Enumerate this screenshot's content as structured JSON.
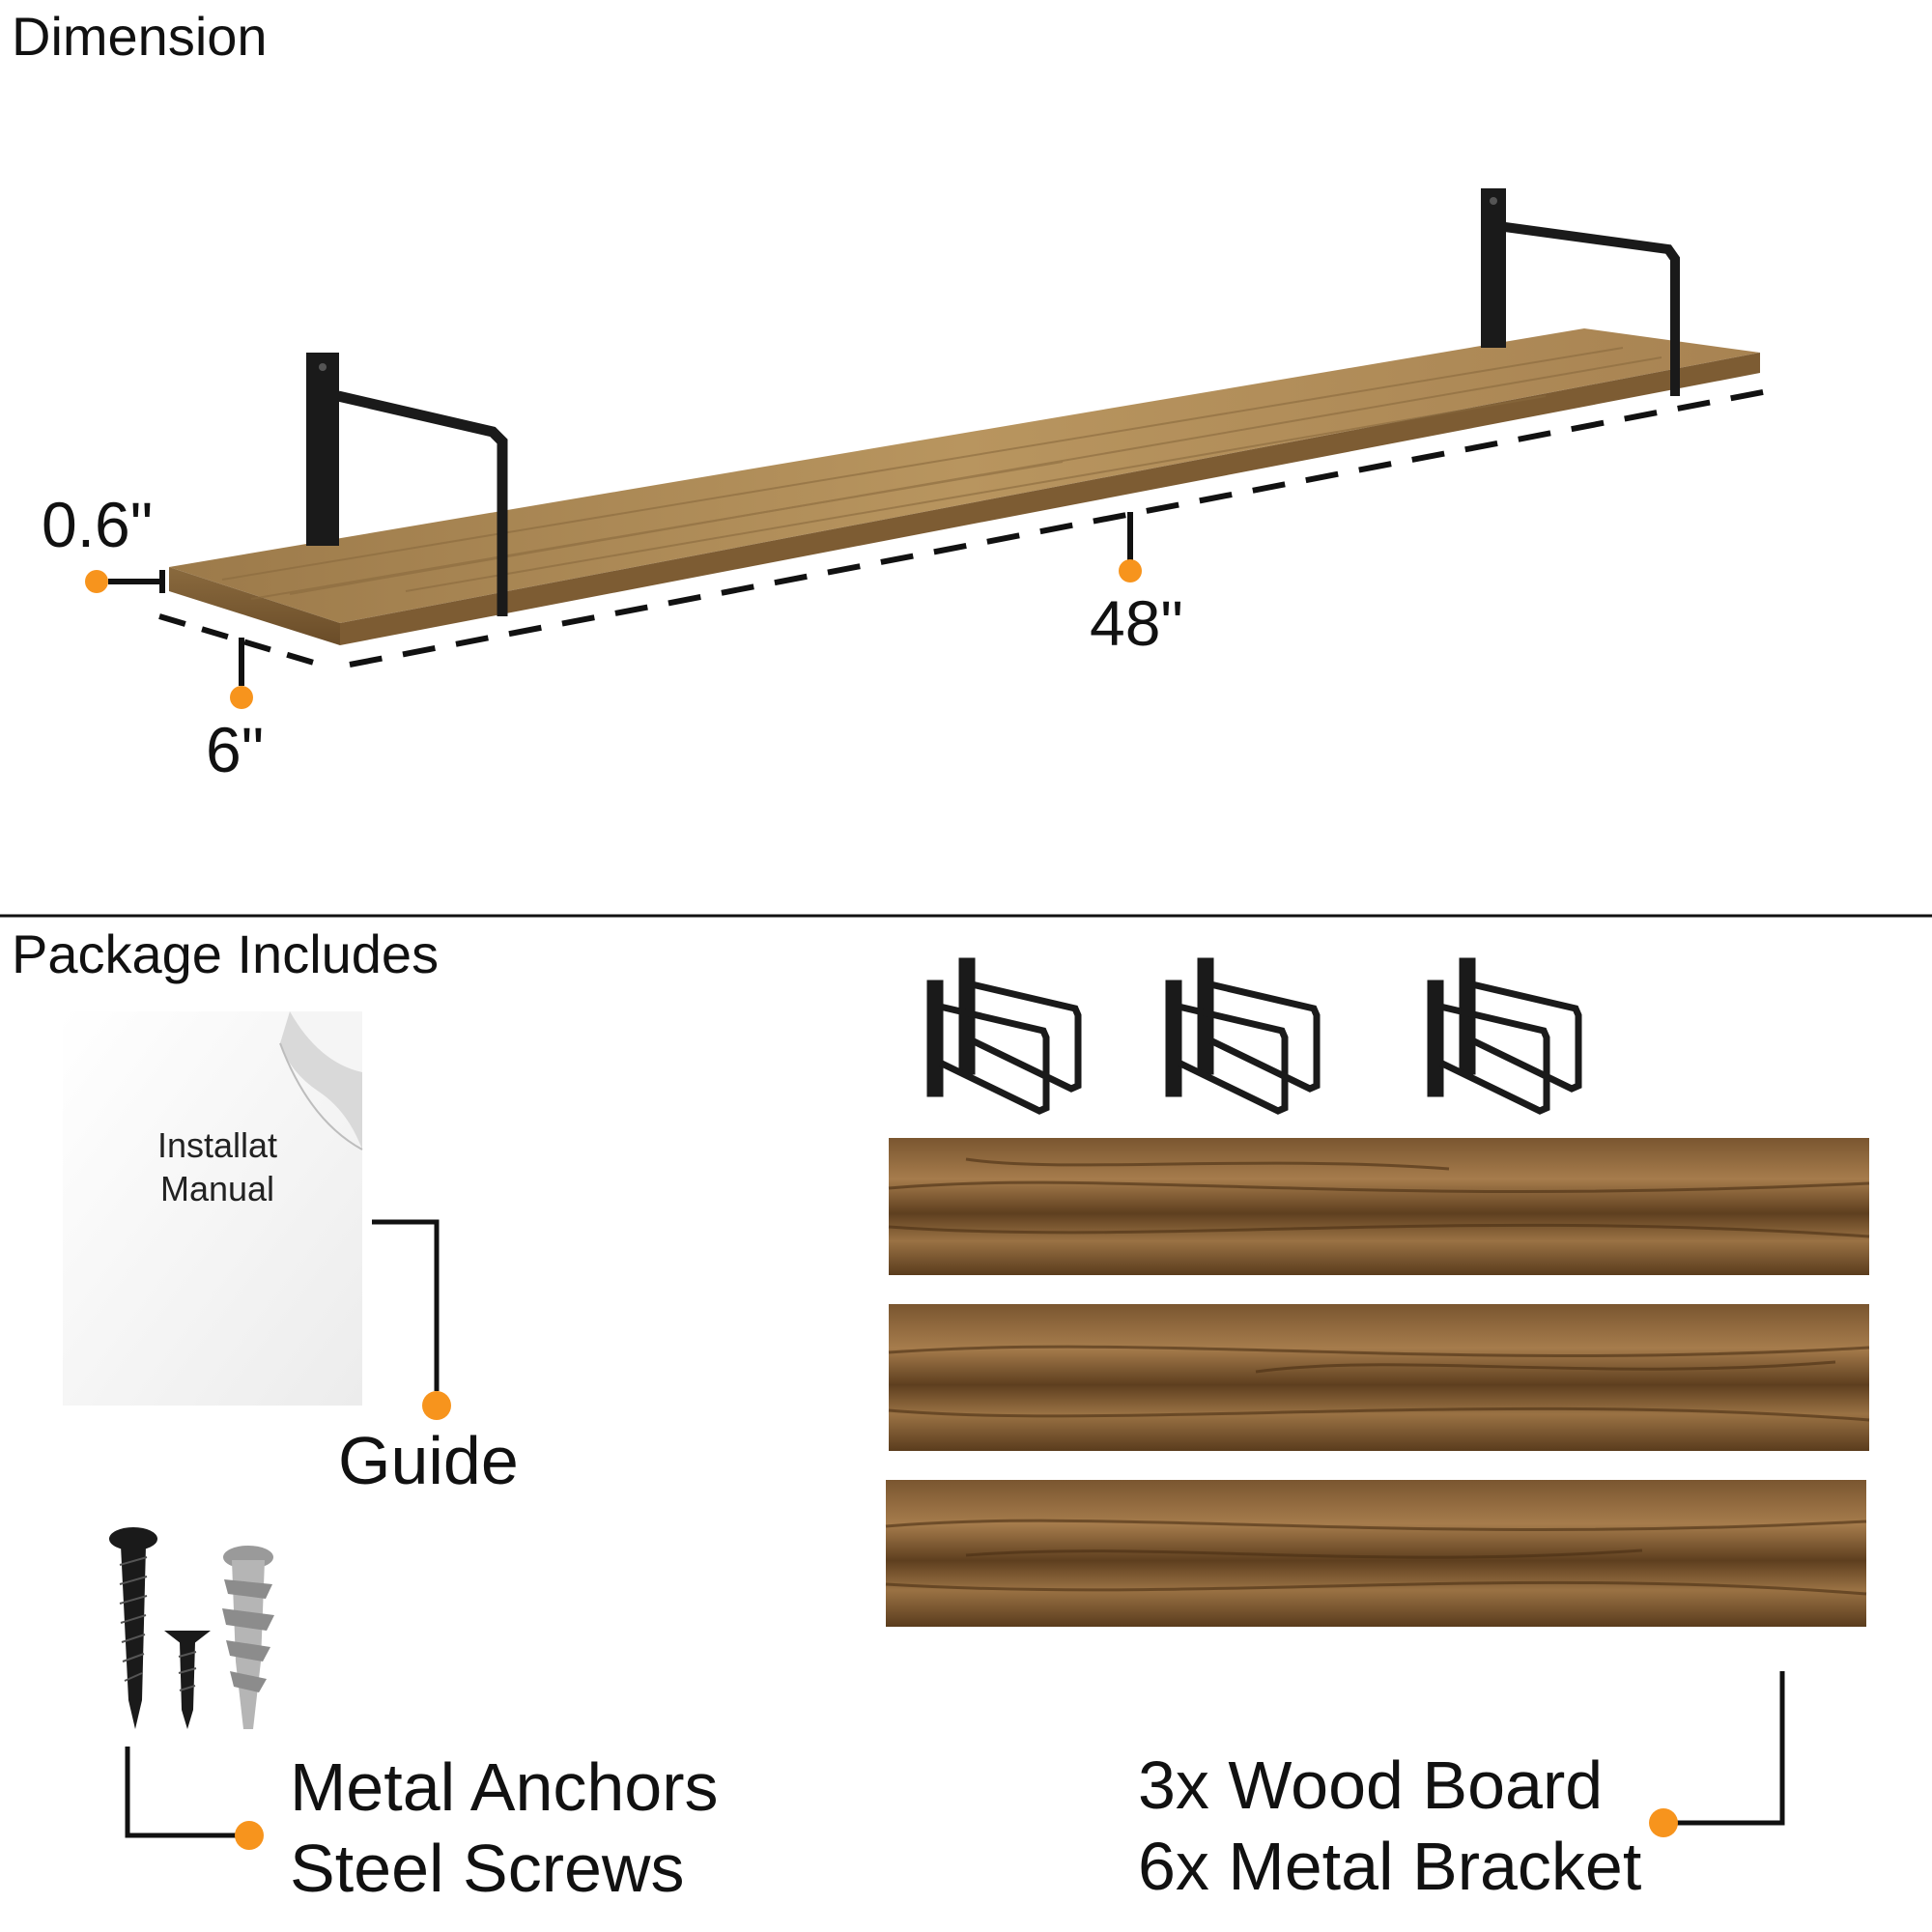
{
  "colors": {
    "accent_dot": "#f7941d",
    "line": "#111111",
    "wood_light": "#b8955f",
    "wood_dark": "#6e4a24",
    "metal": "#1a1a1a"
  },
  "icons": [
    "shelf-illustration",
    "metal-bracket-icon",
    "wood-board-icon",
    "manual-icon",
    "screw-icon",
    "anchor-icon",
    "orange-dot-icon"
  ],
  "sections": {
    "dimension_title": "Dimension",
    "package_title": "Package Includes"
  },
  "dimensions": {
    "thickness": "0.6\"",
    "depth": "6\"",
    "length": "48\""
  },
  "package": {
    "manual_text_line1": "Installat",
    "manual_text_line2": "Manual",
    "guide_label": "Guide",
    "hardware_line1": "Metal Anchors",
    "hardware_line2": "Steel Screws",
    "boards_line1": "3x Wood Board",
    "boards_line2": "6x Metal Bracket"
  }
}
